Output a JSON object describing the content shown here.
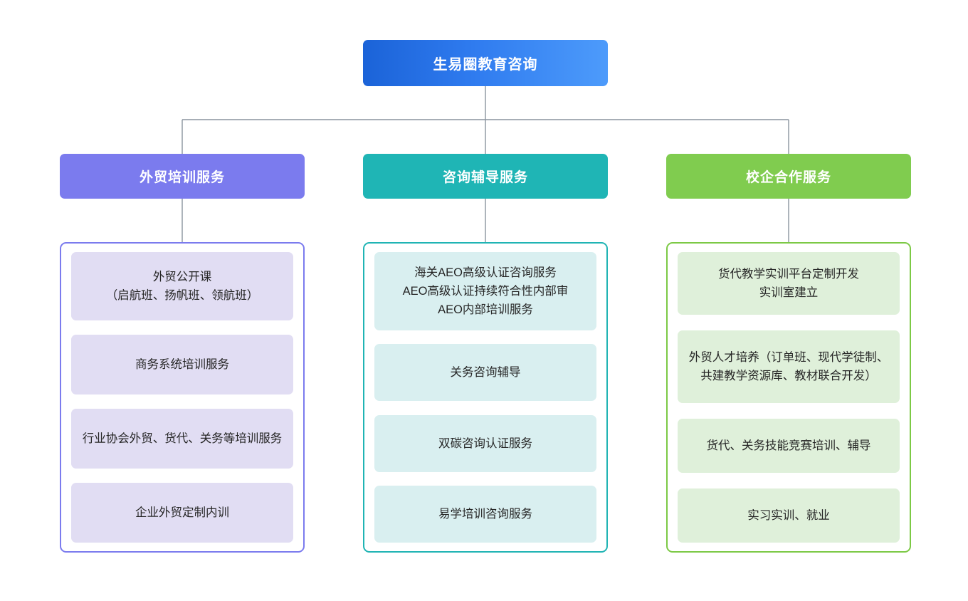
{
  "diagram": {
    "type": "organization-tree",
    "root": {
      "label": "生易圈教育咨询",
      "color": "#2f7bef",
      "gradient_from": "#1b63d8",
      "gradient_to": "#4d9bfb"
    },
    "connector_color": "#8a949e",
    "branches": [
      {
        "label": "外贸培训服务",
        "header_color": "#7b7bee",
        "panel_border_color": "#7b7bee",
        "item_color": "#e1ddf3",
        "theme": "theme-purple",
        "items": [
          "外贸公开课\n（启航班、扬帆班、领航班）",
          "商务系统培训服务",
          "行业协会外贸、货代、关务等培训服务",
          "企业外贸定制内训"
        ]
      },
      {
        "label": "咨询辅导服务",
        "header_color": "#1fb5b5",
        "panel_border_color": "#20b4b4",
        "item_color": "#d9eff0",
        "theme": "theme-teal",
        "items": [
          "海关AEO高级认证咨询服务\nAEO高级认证持续符合性内部审\nAEO内部培训服务",
          "关务咨询辅导",
          "双碳咨询认证服务",
          "易学培训咨询服务"
        ]
      },
      {
        "label": "校企合作服务",
        "header_color": "#80cc4f",
        "panel_border_color": "#7cc945",
        "item_color": "#dff0da",
        "theme": "theme-green",
        "items": [
          "货代教学实训平台定制开发\n实训室建立",
          "外贸人才培养（订单班、现代学徒制、共建教学资源库、教材联合开发）",
          "货代、关务技能竞赛培训、辅导",
          "实习实训、就业"
        ]
      }
    ]
  }
}
